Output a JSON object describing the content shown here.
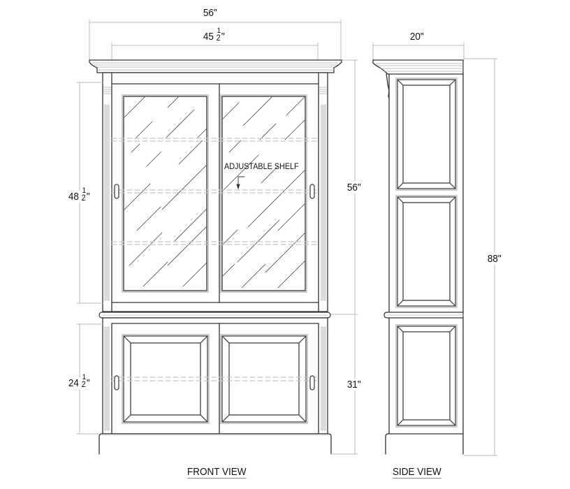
{
  "drawing": {
    "views": [
      {
        "id": "front",
        "label": "FRONT VIEW"
      },
      {
        "id": "side",
        "label": "SIDE VIEW"
      }
    ],
    "annotations": {
      "adjustable_shelf": "ADJUSTABLE SHELF"
    },
    "dimensions": {
      "overall_width": {
        "value": "56\"",
        "orientation": "horizontal",
        "view": "front"
      },
      "inner_width": {
        "whole": "45",
        "num": "1",
        "den": "2",
        "unit": "\"",
        "orientation": "horizontal",
        "view": "front"
      },
      "side_depth": {
        "value": "20\"",
        "orientation": "horizontal",
        "view": "side"
      },
      "upper_height": {
        "whole": "48",
        "num": "1",
        "den": "2",
        "unit": "\"",
        "orientation": "vertical",
        "view": "front"
      },
      "lower_height": {
        "whole": "24",
        "num": "1",
        "den": "2",
        "unit": "\"",
        "orientation": "vertical",
        "view": "front"
      },
      "upper_section_height": {
        "value": "56\"",
        "orientation": "vertical",
        "view": "front"
      },
      "lower_section_height": {
        "value": "31\"",
        "orientation": "vertical",
        "view": "front"
      },
      "overall_height": {
        "value": "88\"",
        "orientation": "vertical",
        "view": "side"
      }
    },
    "colors": {
      "line": "#333333",
      "dim_line": "#bbbbbb",
      "shelf_dash": "#c8c8c8",
      "text": "#111111"
    }
  }
}
